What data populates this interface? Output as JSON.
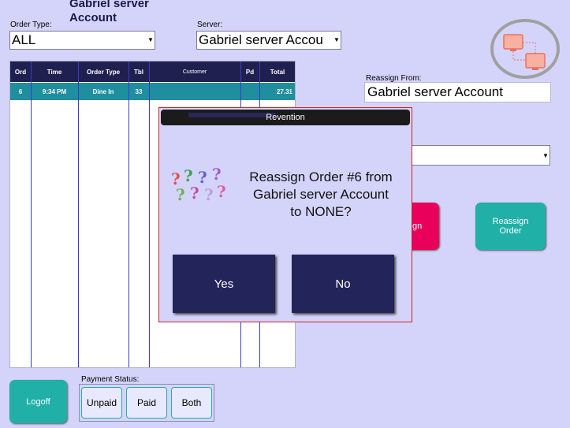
{
  "header": {
    "title_line1": "Gabriel server",
    "title_line2": "Account",
    "order_type_label": "Order Type:",
    "order_type_value": "ALL",
    "server_label": "Server:",
    "server_value": "Gabriel server  Accou"
  },
  "table": {
    "columns": [
      "Ord",
      "Time",
      "Order Type",
      "Tbl",
      "Customer",
      "Pd",
      "Total"
    ],
    "rows": [
      {
        "ord": "6",
        "time": "9:34 PM",
        "order_type": "Dine In",
        "tbl": "33",
        "customer": "",
        "pd": "",
        "total": "27.31"
      }
    ]
  },
  "reassign": {
    "from_label": "Reassign From:",
    "from_value": "Gabriel server  Account",
    "to_value": "",
    "pink_button_label": "gn",
    "reassign_order_label_1": "Reassign",
    "reassign_order_label_2": "Order"
  },
  "footer": {
    "logoff_label": "Logoff",
    "payment_status_label": "Payment Status:",
    "unpaid_label": "Unpaid",
    "paid_label": "Paid",
    "both_label": "Both"
  },
  "dialog": {
    "title": "Revention",
    "message_line1": "Reassign Order #6 from",
    "message_line2": "Gabriel server  Account",
    "message_line3": "to NONE?",
    "yes_label": "Yes",
    "no_label": "No"
  },
  "colors": {
    "background": "#d4d4fb",
    "header_dark": "#202050",
    "row_selected": "#1f8f9f",
    "teal_button": "#20b0a8",
    "pink_button": "#e8005a",
    "dialog_button": "#23245a"
  },
  "icons": {
    "network": "network-computers-icon",
    "question": "question-marks-icon"
  }
}
